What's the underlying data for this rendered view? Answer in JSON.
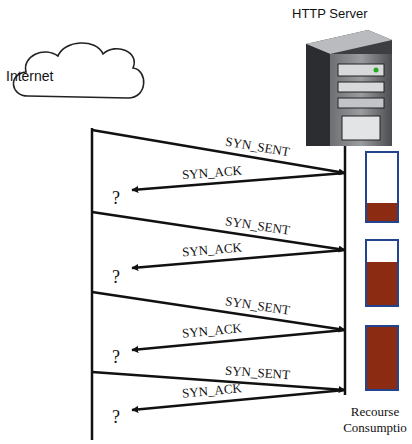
{
  "diagram": {
    "nodes": [
      {
        "text": [
          "Internet"
        ]
      },
      {
        "text": [
          "HTTP Server"
        ]
      }
    ],
    "labels": [
      "SYN_SENT",
      "SYN_ACK",
      "?",
      "SYN_SENT",
      "SYN_ACK",
      "?",
      "SYN_SENT",
      "SYN_ACK",
      "?",
      "SYN_SENT",
      "SYN_ACK",
      "?",
      "Recourse Consumptio"
    ]
  }
}
